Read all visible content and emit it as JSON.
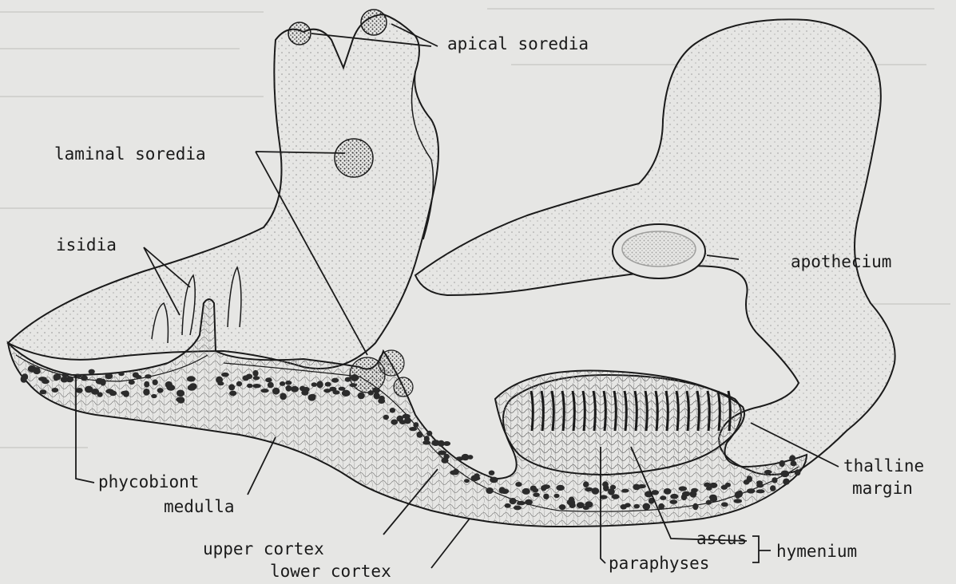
{
  "figure": {
    "labels": {
      "apical_soredia": "apical soredia",
      "laminal_soredia": "laminal soredia",
      "isidia": "isidia",
      "apothecium": "apothecium",
      "phycobiont": "phycobiont",
      "medulla": "medulla",
      "upper_cortex": "upper cortex",
      "lower_cortex": "lower cortex",
      "thalline_margin_line1": "thalline",
      "thalline_margin_line2": "margin",
      "ascus": "ascus",
      "paraphyses": "paraphyses",
      "hymenium": "hymenium"
    },
    "colors": {
      "background": "#e6e6e4",
      "ink": "#1a1a1a",
      "stipple": "#555555"
    }
  }
}
